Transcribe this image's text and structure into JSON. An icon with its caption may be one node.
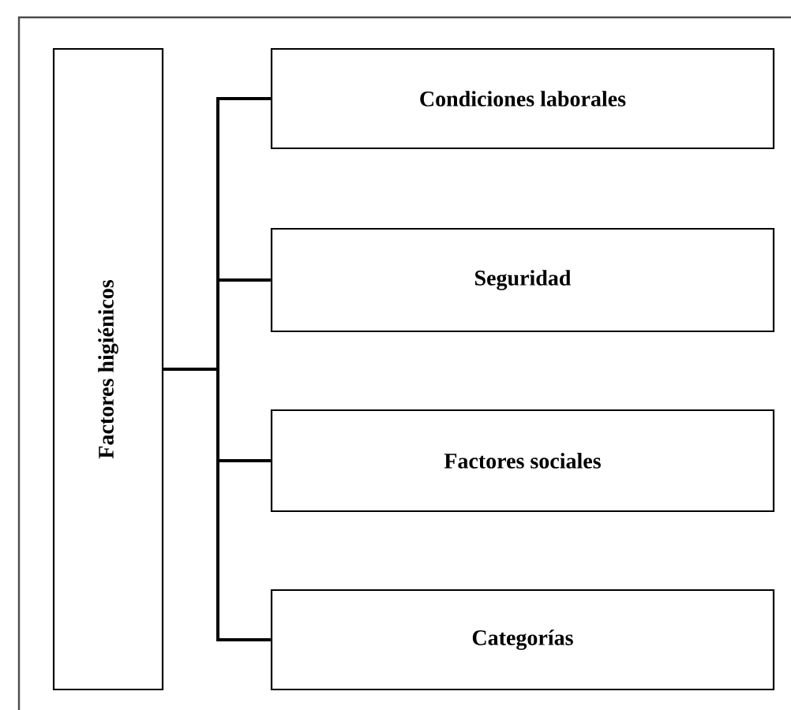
{
  "diagram": {
    "nodes": [
      {
        "text": [
          "Factores higiénicos"
        ]
      },
      {
        "text": [
          "Condiciones laborales"
        ]
      },
      {
        "text": [
          "Seguridad"
        ]
      },
      {
        "text": [
          "Factores sociales"
        ]
      },
      {
        "text": [
          "Categorías"
        ]
      }
    ],
    "edges": [
      {
        "from": 0,
        "to": 1,
        "arrow": "none"
      },
      {
        "from": 0,
        "to": 2,
        "arrow": "none"
      },
      {
        "from": 0,
        "to": 3,
        "arrow": "none"
      },
      {
        "from": 0,
        "to": 4,
        "arrow": "none"
      }
    ]
  }
}
